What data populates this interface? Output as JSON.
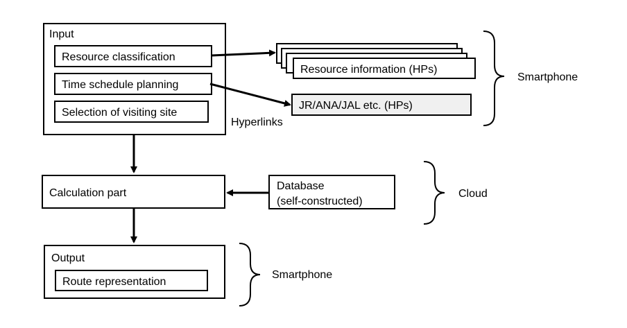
{
  "input": {
    "title": "Input",
    "items": [
      "Resource classification",
      "Time schedule planning",
      "Selection of visiting site"
    ]
  },
  "resource_info": "Resource information (HPs)",
  "transport_info": "JR/ANA/JAL etc. (HPs)",
  "hyperlinks": "Hyperlinks",
  "calculation": "Calculation part",
  "database": {
    "line1": "Database",
    "line2": "(self-constructed)"
  },
  "output": {
    "title": "Output",
    "item": "Route representation"
  },
  "platforms": {
    "top": "Smartphone",
    "middle": "Cloud",
    "bottom": "Smartphone"
  },
  "colors": {
    "stroke": "#000000",
    "highlight_fill": "#f0f0f0"
  }
}
